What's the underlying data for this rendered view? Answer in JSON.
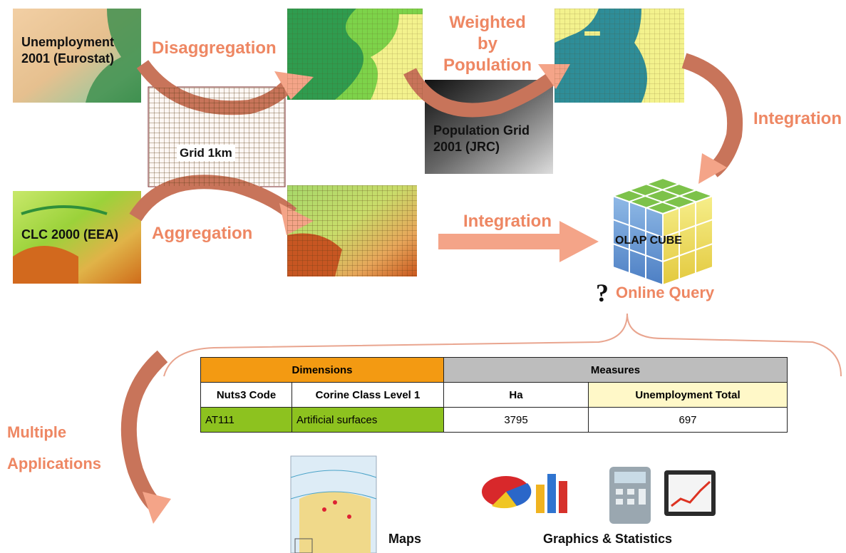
{
  "sources": {
    "unemployment": "Unemployment\n2001 (Eurostat)",
    "clc": "CLC 2000 (EEA)",
    "grid": "Grid 1km",
    "population": "Population Grid\n2001 (JRC)"
  },
  "process": {
    "disaggregation": "Disaggregation",
    "weighted": "Weighted\nby\nPopulation",
    "integration_right": "Integration",
    "aggregation": "Aggregation",
    "integration_center": "Integration"
  },
  "cube": {
    "label": "OLAP CUBE",
    "query_mark": "?",
    "query_label": "Online Query"
  },
  "applications": {
    "label": "Multiple\nApplications",
    "maps": "Maps",
    "graphics": "Graphics & Statistics"
  },
  "table": {
    "group_headers": [
      "Dimensions",
      "Measures"
    ],
    "columns": [
      "Nuts3 Code",
      "Corine Class Level 1",
      "Ha",
      "Unemployment Total"
    ],
    "row": [
      "AT111",
      "Artificial surfaces",
      "3795",
      "697"
    ]
  },
  "colors": {
    "accent_orange": "#ee8763",
    "arrow_orange": "#f4a488",
    "arrow_brown": "#c8745a",
    "dimensions_header": "#f39a12",
    "measures_header": "#bdbdbd",
    "unemployment_header": "#fff8c8",
    "row_green": "#8dc21f"
  }
}
